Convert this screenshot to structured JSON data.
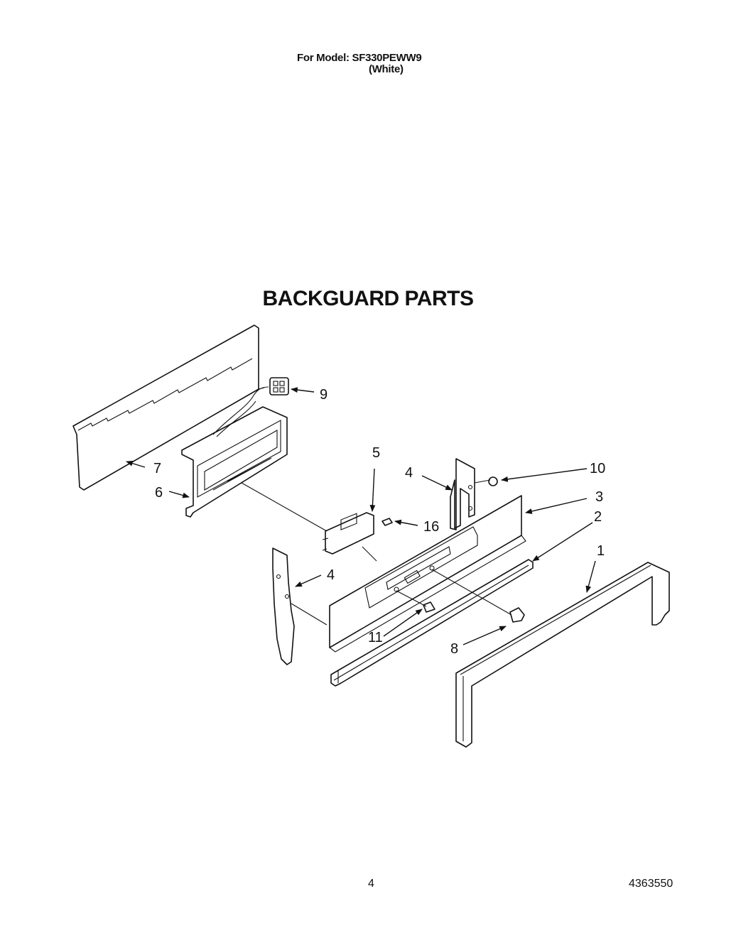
{
  "header": {
    "model_line": "For Model: SF330PEWW9",
    "color_line": "(White)"
  },
  "title": "BACKGUARD PARTS",
  "part_numbers": {
    "p1": "1",
    "p2": "2",
    "p3": "3",
    "p4_upper": "4",
    "p4_lower": "4",
    "p5": "5",
    "p6": "6",
    "p7": "7",
    "p8": "8",
    "p9": "9",
    "p10": "10",
    "p11": "11",
    "p16": "16"
  },
  "footer": {
    "page_number": "4",
    "document_number": "4363550"
  }
}
